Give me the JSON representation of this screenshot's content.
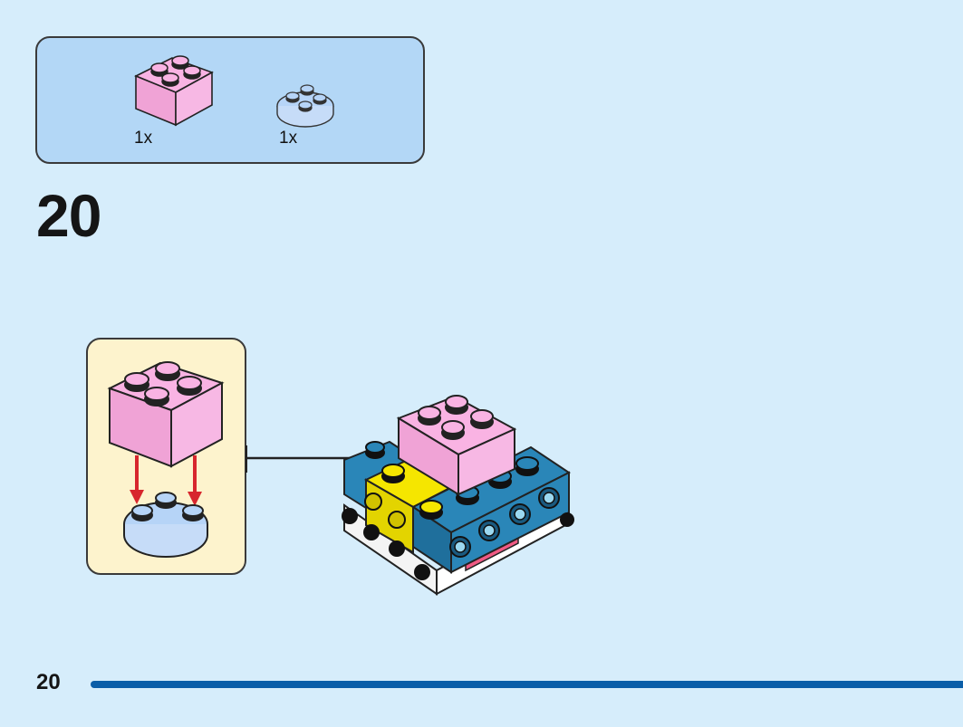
{
  "parts_panel": {
    "items": [
      {
        "name": "pink-2x2-brick",
        "quantity": "1x",
        "color": "#f9b3e3"
      },
      {
        "name": "transparent-round-plate",
        "quantity": "1x",
        "color": "#b6d4f7"
      }
    ]
  },
  "step": {
    "number": "20"
  },
  "page": {
    "number": "20"
  },
  "colors": {
    "background": "#d6edfb",
    "parts_panel": "#b3d7f6",
    "sub_step_panel": "#fdf3cd",
    "pink": "#f9b3e3",
    "blue": "#2a86b8",
    "yellow": "#f5e600",
    "arrow_red": "#d7262d",
    "progress_bar": "#0a5ea8"
  },
  "icons": [
    "pink-brick-icon",
    "round-plate-icon",
    "arrow-icon",
    "build-model-icon"
  ]
}
